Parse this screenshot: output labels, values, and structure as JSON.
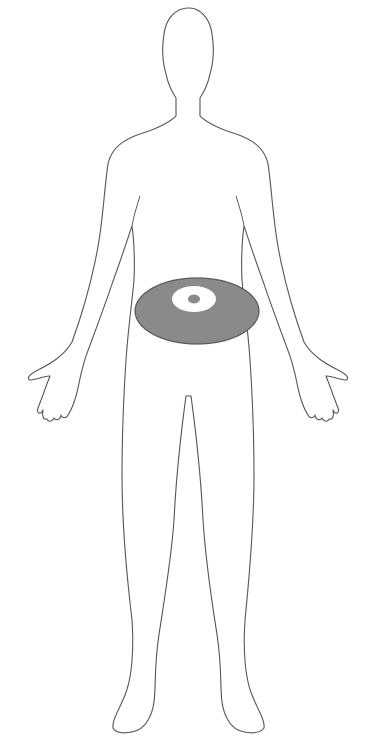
{
  "figure": {
    "type": "body-outline",
    "view": "anterior",
    "background_color": "#ffffff",
    "outline_color": "#555555",
    "highlight_region": {
      "region": "lower-abdomen",
      "outer_color": "#8a8a8a",
      "outer_edge_color": "#5a5a5a",
      "ring_color": "#ffffff",
      "center_color": "#8a8a8a"
    }
  }
}
